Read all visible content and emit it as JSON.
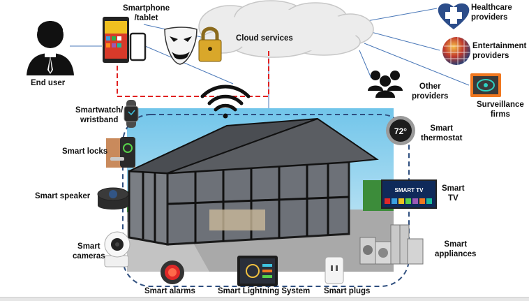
{
  "labels": {
    "end_user": "End user",
    "smartphone": "Smartphone\n/tablet",
    "cloud": "Cloud services",
    "healthcare": "Healthcare\nproviders",
    "entertainment": "Entertainment\nproviders",
    "other": "Other\nproviders",
    "surveillance": "Surveillance\nfirms",
    "smartwatch": "Smartwatch/\nwristband",
    "smart_locks": "Smart locks",
    "smart_speaker": "Smart speaker",
    "smart_cameras": "Smart\ncameras",
    "smart_alarms": "Smart alarms",
    "lighting": "Smart Lightning System",
    "smart_plugs": "Smart plugs",
    "thermostat": "Smart\nthermostat",
    "smart_tv": "Smart\nTV",
    "appliances": "Smart\nappliances"
  },
  "device_text": {
    "thermostat_temp": "72°",
    "tv_screen": "SMART TV"
  },
  "icons": {
    "user": "person-silhouette",
    "phone": "smartphone-tablet",
    "privacy": "mask-padlock",
    "cloud": "cloud",
    "wifi": "wifi",
    "health": "medical-cross-heart",
    "entertainment": "media-globe",
    "other": "people-group",
    "surveillance": "cctv-monitor",
    "house": "smart-house"
  },
  "colors": {
    "line": "#4a78b8",
    "cloud_link": "#e02020",
    "house_border": "#2f4f7f",
    "health_heart": "#2c4d8a",
    "ground": "#a9a9a9",
    "sky": "#8fd3ef"
  }
}
